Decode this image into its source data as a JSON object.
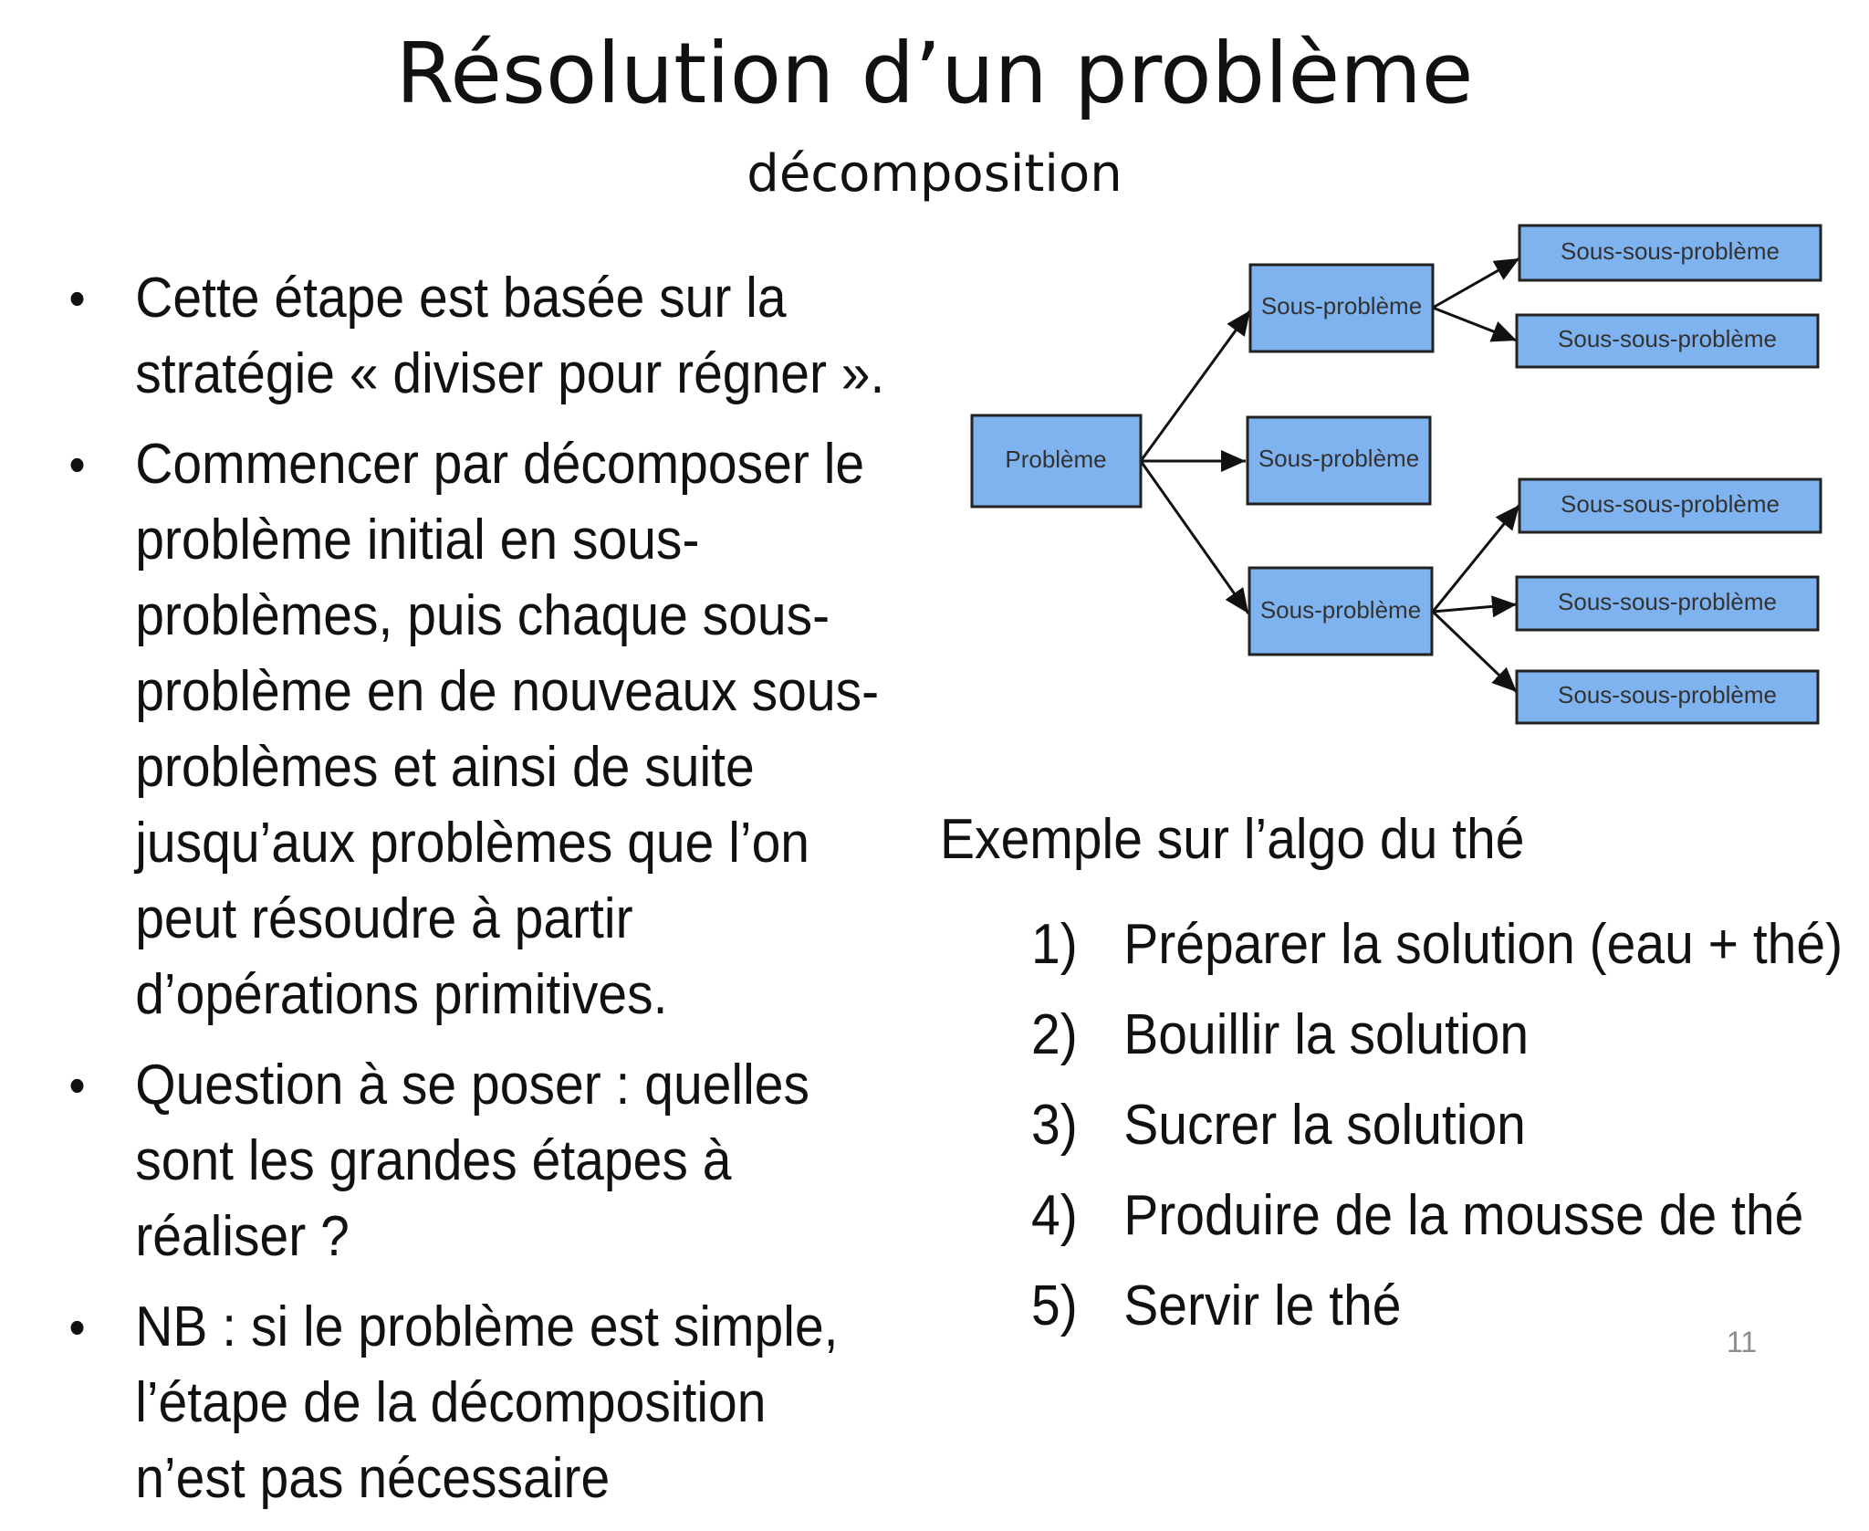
{
  "slide": {
    "title": "Résolution d’un problème",
    "subtitle": "décomposition",
    "page_number": "11"
  },
  "bullets": [
    {
      "marker": "•",
      "text": "Cette étape est basée sur la stratégie « diviser pour régner »."
    },
    {
      "marker": "•",
      "text": "Commencer par décomposer le problème initial en sous-problèmes, puis chaque sous-problème en de nouveaux sous-problèmes et ainsi de suite jusqu’aux problèmes que l’on peut résoudre à partir d’opérations primitives."
    },
    {
      "marker": "•",
      "text": "Question à se poser :  quelles sont les grandes étapes à réaliser ?"
    },
    {
      "marker": "•",
      "text": "NB : si le problème est simple, l’étape de la décomposition n’est pas nécessaire"
    }
  ],
  "diagram": {
    "box_color": "#7eb3ef",
    "root": "Problème",
    "sub_top": "Sous-problème",
    "sub_middle": "Sous-problème",
    "sub_bottom": "Sous-problème",
    "subsub_top_1": "Sous-sous-problème",
    "subsub_top_2": "Sous-sous-problème",
    "subsub_bottom_1": "Sous-sous-problème",
    "subsub_bottom_2": "Sous-sous-problème",
    "subsub_bottom_3": "Sous-sous-problème"
  },
  "example": {
    "heading": "Exemple sur l’algo du thé",
    "steps": [
      {
        "num": "1)",
        "text": "Préparer la solution (eau + thé)"
      },
      {
        "num": "2)",
        "text": "Bouillir la solution"
      },
      {
        "num": "3)",
        "text": "Sucrer la solution"
      },
      {
        "num": "4)",
        "text": "Produire de la mousse de thé"
      },
      {
        "num": "5)",
        "text": "Servir le thé"
      }
    ]
  }
}
